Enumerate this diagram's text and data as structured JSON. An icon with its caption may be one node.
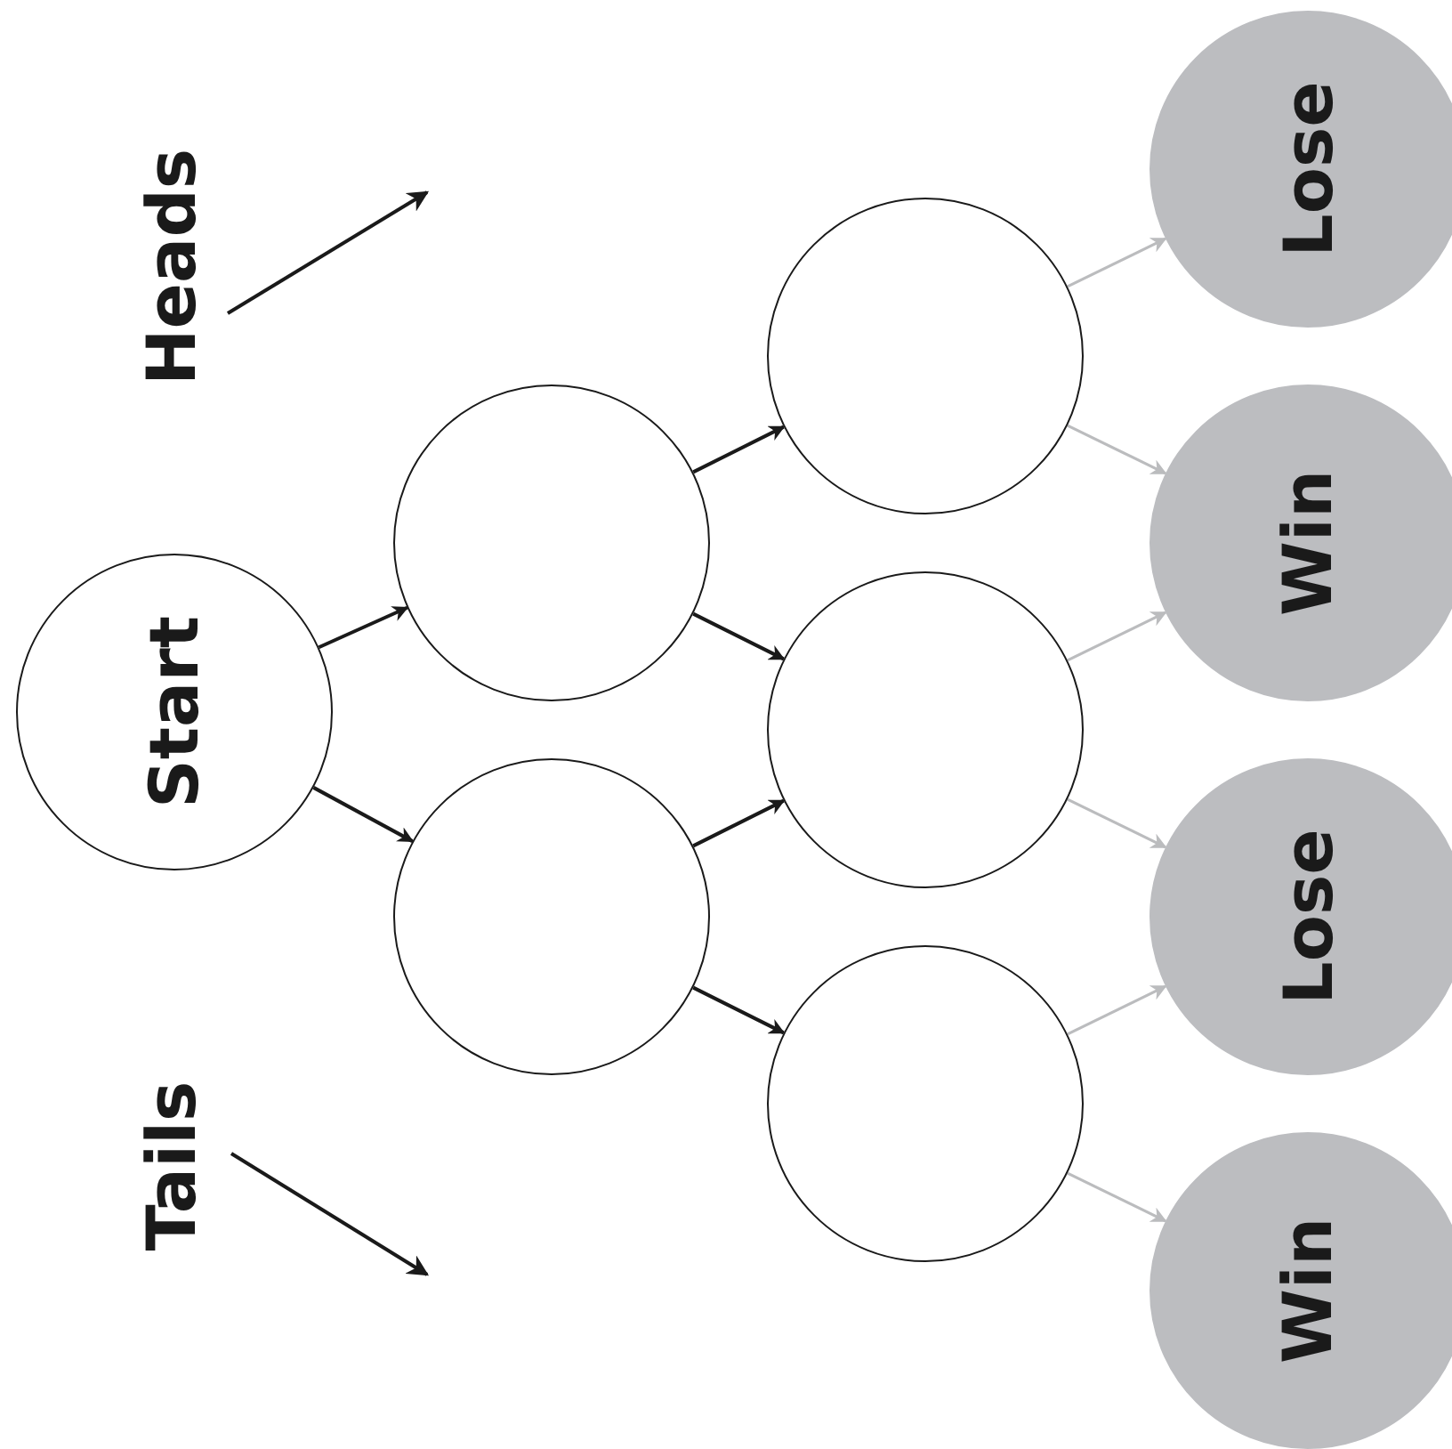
{
  "diagram": {
    "nodes": [
      {
        "text": [
          "Start"
        ]
      },
      {
        "text": [],
        "shape": "circle"
      },
      {
        "text": [],
        "shape": "circle"
      },
      {
        "text": [],
        "shape": "circle"
      },
      {
        "text": [],
        "shape": "circle"
      },
      {
        "text": [],
        "shape": "circle"
      },
      {
        "text": [
          "Lose"
        ]
      },
      {
        "text": [
          "Win"
        ]
      },
      {
        "text": [
          "Lose"
        ]
      },
      {
        "text": [
          "Win"
        ]
      }
    ],
    "edges": [
      {
        "from": 0,
        "to": 1,
        "arrow": "to"
      },
      {
        "from": 0,
        "to": 2,
        "arrow": "to"
      },
      {
        "from": 1,
        "to": 3,
        "arrow": "to"
      },
      {
        "from": 1,
        "to": 4,
        "arrow": "to"
      },
      {
        "from": 2,
        "to": 4,
        "arrow": "to"
      },
      {
        "from": 2,
        "to": 5,
        "arrow": "to"
      },
      {
        "from": 3,
        "to": 6,
        "arrow": "to",
        "color": "#bbbcbe"
      },
      {
        "from": 3,
        "to": 7,
        "arrow": "to",
        "color": "#bbbcbe"
      },
      {
        "from": 4,
        "to": 7,
        "arrow": "to",
        "color": "#bbbcbe"
      },
      {
        "from": 4,
        "to": 8,
        "arrow": "to",
        "color": "#bbbcbe"
      },
      {
        "from": 5,
        "to": 8,
        "arrow": "to",
        "color": "#bbbcbe"
      },
      {
        "from": 5,
        "to": 9,
        "arrow": "to",
        "color": "#bbbcbe"
      }
    ],
    "labels": [
      "Heads",
      "Tails"
    ]
  }
}
